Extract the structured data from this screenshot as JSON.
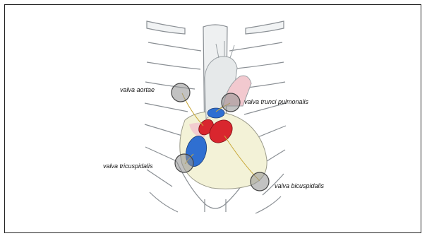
{
  "labels": {
    "aortae": "valva aortae",
    "trunci_pulmonalis": "valva trunci pulmonalis",
    "tricuspidalis": "valva tricuspidalis",
    "bicuspidalis": "valva bicuspidalis"
  },
  "colors": {
    "frame": "#222222",
    "rib_stroke": "#8a8f94",
    "rib_fill": "#f1f3f4",
    "aorta_fill": "#e6e9ea",
    "heart_fill": "#f3f2d7",
    "pericardium_pink": "#f2c9cf",
    "valve_red": "#d9262e",
    "valve_blue": "#2f6fd1",
    "auscultation_circle": "#6b6b6b",
    "guide_line": "#c9a93a"
  }
}
